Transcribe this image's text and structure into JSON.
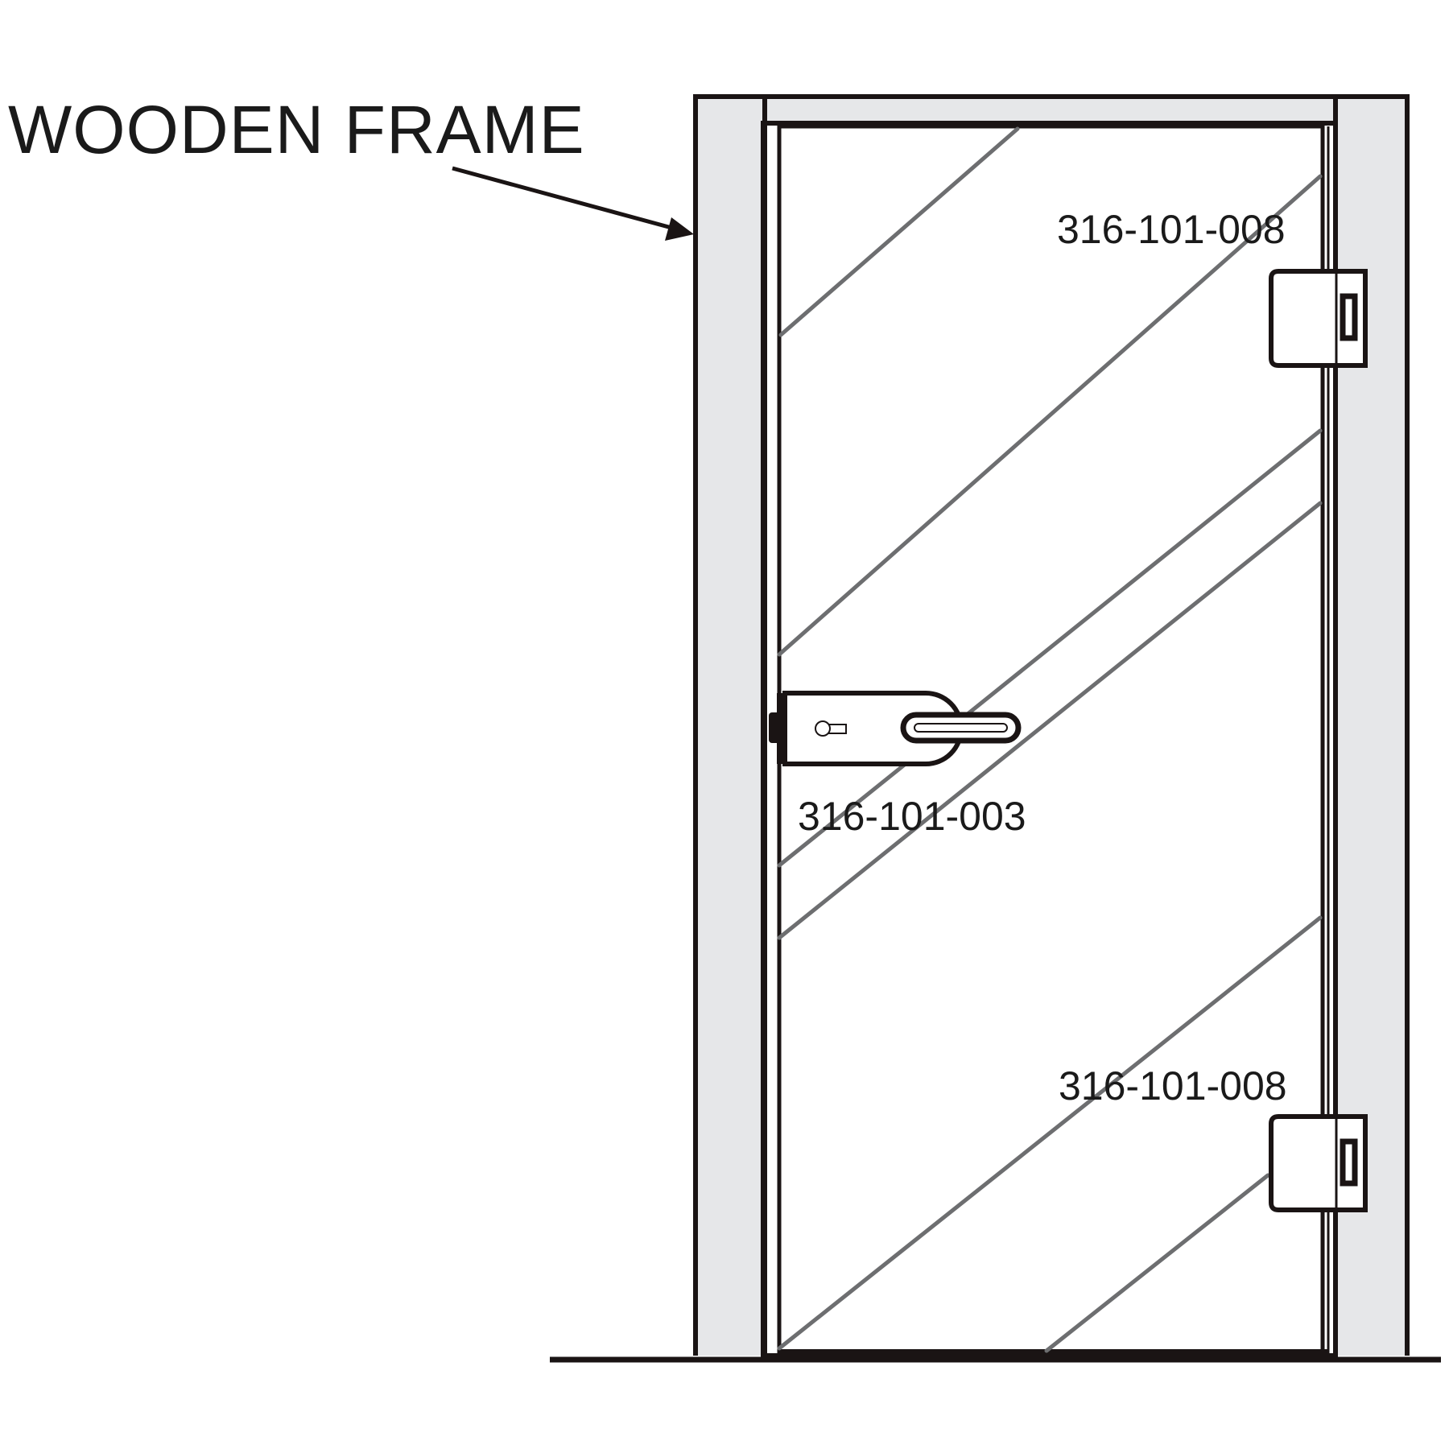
{
  "labels": {
    "frame_callout": "WOODEN FRAME",
    "hinge_top_part": "316-101-008",
    "lock_part": "316-101-003",
    "hinge_bottom_part": "316-101-008"
  },
  "icons": {
    "lock_keyhole": "keyhole-icon",
    "lock_handle": "lever-handle-icon"
  },
  "colors": {
    "outline": "#1a1414",
    "frame_fill": "#e6e7e9",
    "glass_streak": "#6d6e70",
    "background": "#ffffff"
  }
}
